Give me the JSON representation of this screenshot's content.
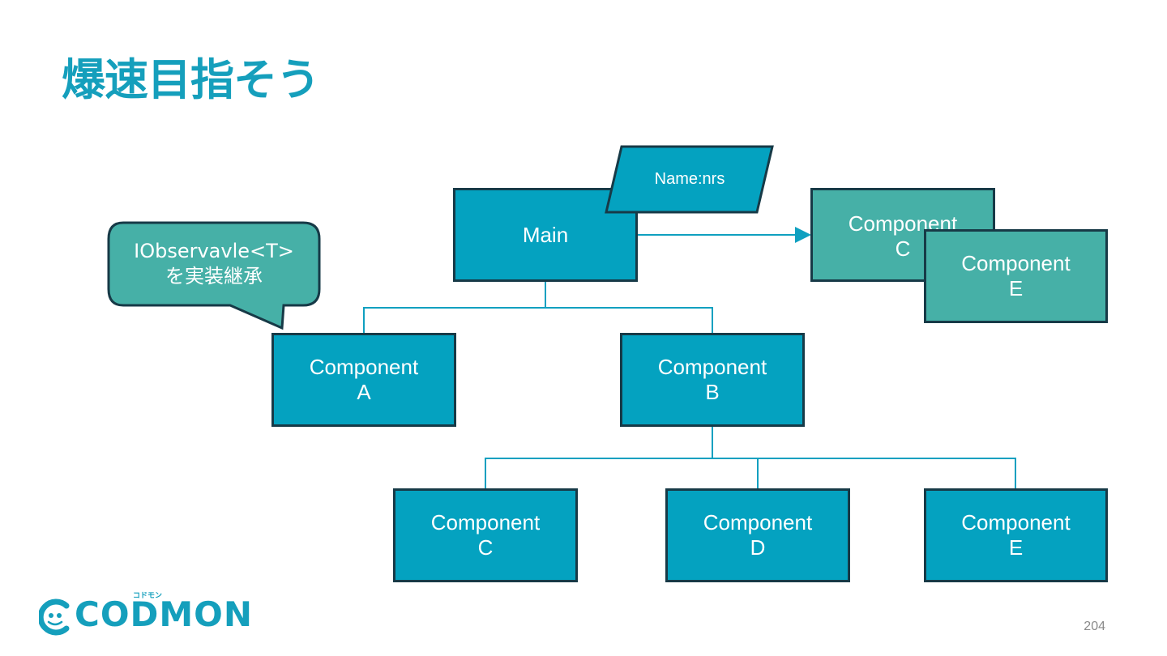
{
  "title": "爆速目指そう",
  "nodes": {
    "main": "Main",
    "name_tag": "Name:nrs",
    "component_a": "Component\nA",
    "component_b": "Component\nB",
    "component_c_top": "Component\nC",
    "component_e_top": "Component\nE",
    "component_c_bottom": "Component\nC",
    "component_d": "Component\nD",
    "component_e_bottom": "Component\nE"
  },
  "callout": "IObservavle<T>\nを実装継承",
  "footer": {
    "logo": "CODMON",
    "logo_ruby": "コドモン",
    "page_number": "204"
  },
  "colors": {
    "title": "#159fbc",
    "node_blue": "#04a2c0",
    "node_teal": "#46b0a7",
    "border": "#173a47",
    "connector": "#0fa0c0"
  },
  "icons": {
    "logo_mark": "smiling-face-c-icon",
    "arrow": "arrow-right-icon"
  }
}
